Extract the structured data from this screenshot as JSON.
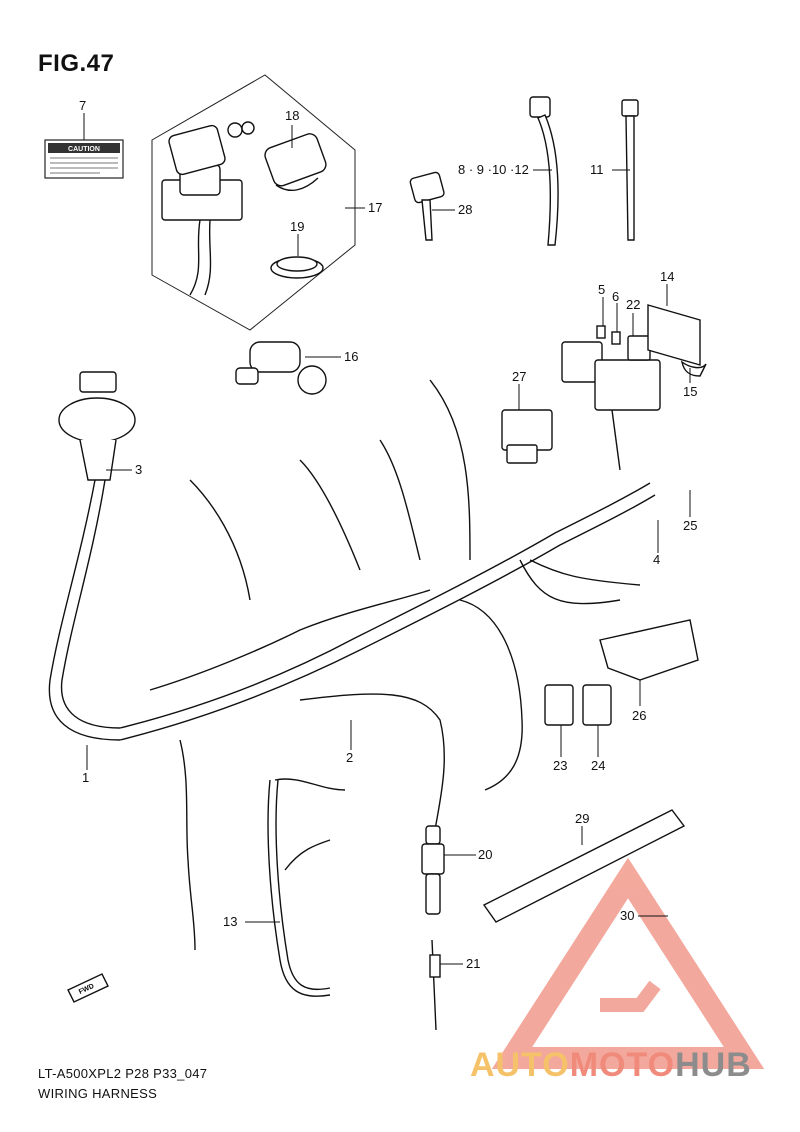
{
  "figure": {
    "title": "FIG.47",
    "footer_code": "LT-A500XPL2 P28 P33_047",
    "footer_name": "WIRING HARNESS"
  },
  "caution_label": "CAUTION",
  "fwd_label": "FWD",
  "callouts": [
    {
      "id": "c1",
      "label": "1"
    },
    {
      "id": "c2",
      "label": "2"
    },
    {
      "id": "c3",
      "label": "3"
    },
    {
      "id": "c4",
      "label": "4"
    },
    {
      "id": "c5",
      "label": "5"
    },
    {
      "id": "c6",
      "label": "6"
    },
    {
      "id": "c7",
      "label": "7"
    },
    {
      "id": "c8",
      "label": "8 · 9 ·10 ·12"
    },
    {
      "id": "c11",
      "label": "11"
    },
    {
      "id": "c13",
      "label": "13"
    },
    {
      "id": "c14",
      "label": "14"
    },
    {
      "id": "c15",
      "label": "15"
    },
    {
      "id": "c16",
      "label": "16"
    },
    {
      "id": "c17",
      "label": "17"
    },
    {
      "id": "c18",
      "label": "18"
    },
    {
      "id": "c19",
      "label": "19"
    },
    {
      "id": "c20",
      "label": "20"
    },
    {
      "id": "c21",
      "label": "21"
    },
    {
      "id": "c22",
      "label": "22"
    },
    {
      "id": "c23",
      "label": "23"
    },
    {
      "id": "c24",
      "label": "24"
    },
    {
      "id": "c25",
      "label": "25"
    },
    {
      "id": "c26",
      "label": "26"
    },
    {
      "id": "c27",
      "label": "27"
    },
    {
      "id": "c28",
      "label": "28"
    },
    {
      "id": "c29",
      "label": "29"
    },
    {
      "id": "c30",
      "label": "30"
    }
  ],
  "watermark": {
    "part1": "AUTO",
    "part2": "MOTO",
    "part3": "HUB",
    "color_main": "#f08a7a",
    "color_light": "#f5c26a",
    "color_dark": "#8c8c8c"
  }
}
